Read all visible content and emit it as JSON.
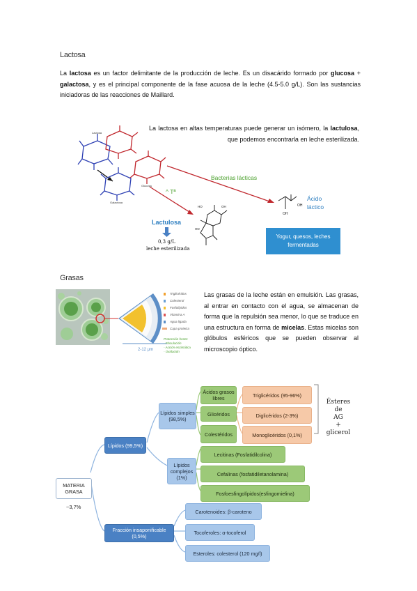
{
  "lactosa": {
    "heading": "Lactosa",
    "para_pre1": "La ",
    "para_b1": "lactosa",
    "para_mid1": " es un factor delimitante de la producción de leche.  Es un disacárido formado por ",
    "para_b2": "glucosa",
    "para_mid2": " + ",
    "para_b3": "galactosa",
    "para_post": ", y es el principal componente de la fase acuosa de la leche (4.5-5.0 g/L). Son las sustancias iniciadoras de las reacciones de Maillard.",
    "side_pre": "La  lactosa  en  altas  temperaturas  puede  generar  un  isómero,  la ",
    "side_b": "lactulosa",
    "side_post": ", que podemos encontrarla en leche esterilizada.",
    "diagram": {
      "lactosa_small": "Lactosa",
      "glucosa_small": "Glucosa",
      "galactosa_small": "Galactosa",
      "bacterias": "Bacterias lácticas",
      "temp": "^ Tª",
      "acido_line1": "Ácido",
      "acido_line2": "láctico",
      "lactulosa": "Lactulosa",
      "lactulosa_amount1": "0,3 g/L",
      "lactulosa_amount2": "leche esterilizada",
      "yogur_box": "Yogur, quesos,  leches fermentadas",
      "oh": "OH",
      "ho": "HO"
    }
  },
  "grasas": {
    "heading": "Grasas",
    "para_pre": "Las grasas de la leche están en emulsión. Las grasas, al entrar en contacto con el agua, se almacenan de forma que la repulsión sea menor, lo que se traduce en una estructura en forma de ",
    "para_b": "micelas",
    "para_post": ". Estas micelas son glóbulos esféricos que se pueden observar al microscopio óptico.",
    "figure": {
      "scale": "2-12 μm",
      "legend": [
        "Triglicéridos",
        "Colesterol",
        "Fosfolípidos",
        "Vitamina A",
        "Agua ligada",
        "Capa proteica"
      ],
      "protection_title": "Protección frente:",
      "protection_items": [
        "- Floculación",
        "- Acción enzimática",
        "- Oxidación"
      ]
    }
  },
  "diagram": {
    "root": "MATERIA GRASA",
    "root_value": "~3,7%",
    "lipidos": "Lípidos (99,5%)",
    "simples": "Lípidos simples (98,5%)",
    "complejos": "Lípidos complejos (1%)",
    "acidos": "Ácidos grasos libres",
    "gliceridos": "Glicéridos",
    "colesteridos": "Colestéridos",
    "trigli": "Triglicéridos (95-96%)",
    "digli": "Diglicéridos (2-3%)",
    "monogli": "Monoglicéridos (0,1%)",
    "esteres": [
      "Ésteres de",
      "AG",
      "+",
      "glicerol"
    ],
    "lecitinas": "Lecitinas (Fosfatidilcolina)",
    "cefalinas": "Cefalinas (fosfatidiletanolamina)",
    "fosfoesfingo": "Fosfoesfingolípidos(esfingomielina)",
    "insaponificable": "Fracción insaponificable (0,5%)",
    "carotenoides": "Carotenoides: β-caroteno",
    "tocoferoles": "Tocoferoles: α-tocoferol",
    "esteroles": "Esteroles: colesterol (120 mg/l)"
  },
  "colors": {
    "red": "#c0272d",
    "blue_text": "#2e7fc1",
    "green_text": "#4aa02c",
    "yogur_bg": "#2f8fd0"
  }
}
